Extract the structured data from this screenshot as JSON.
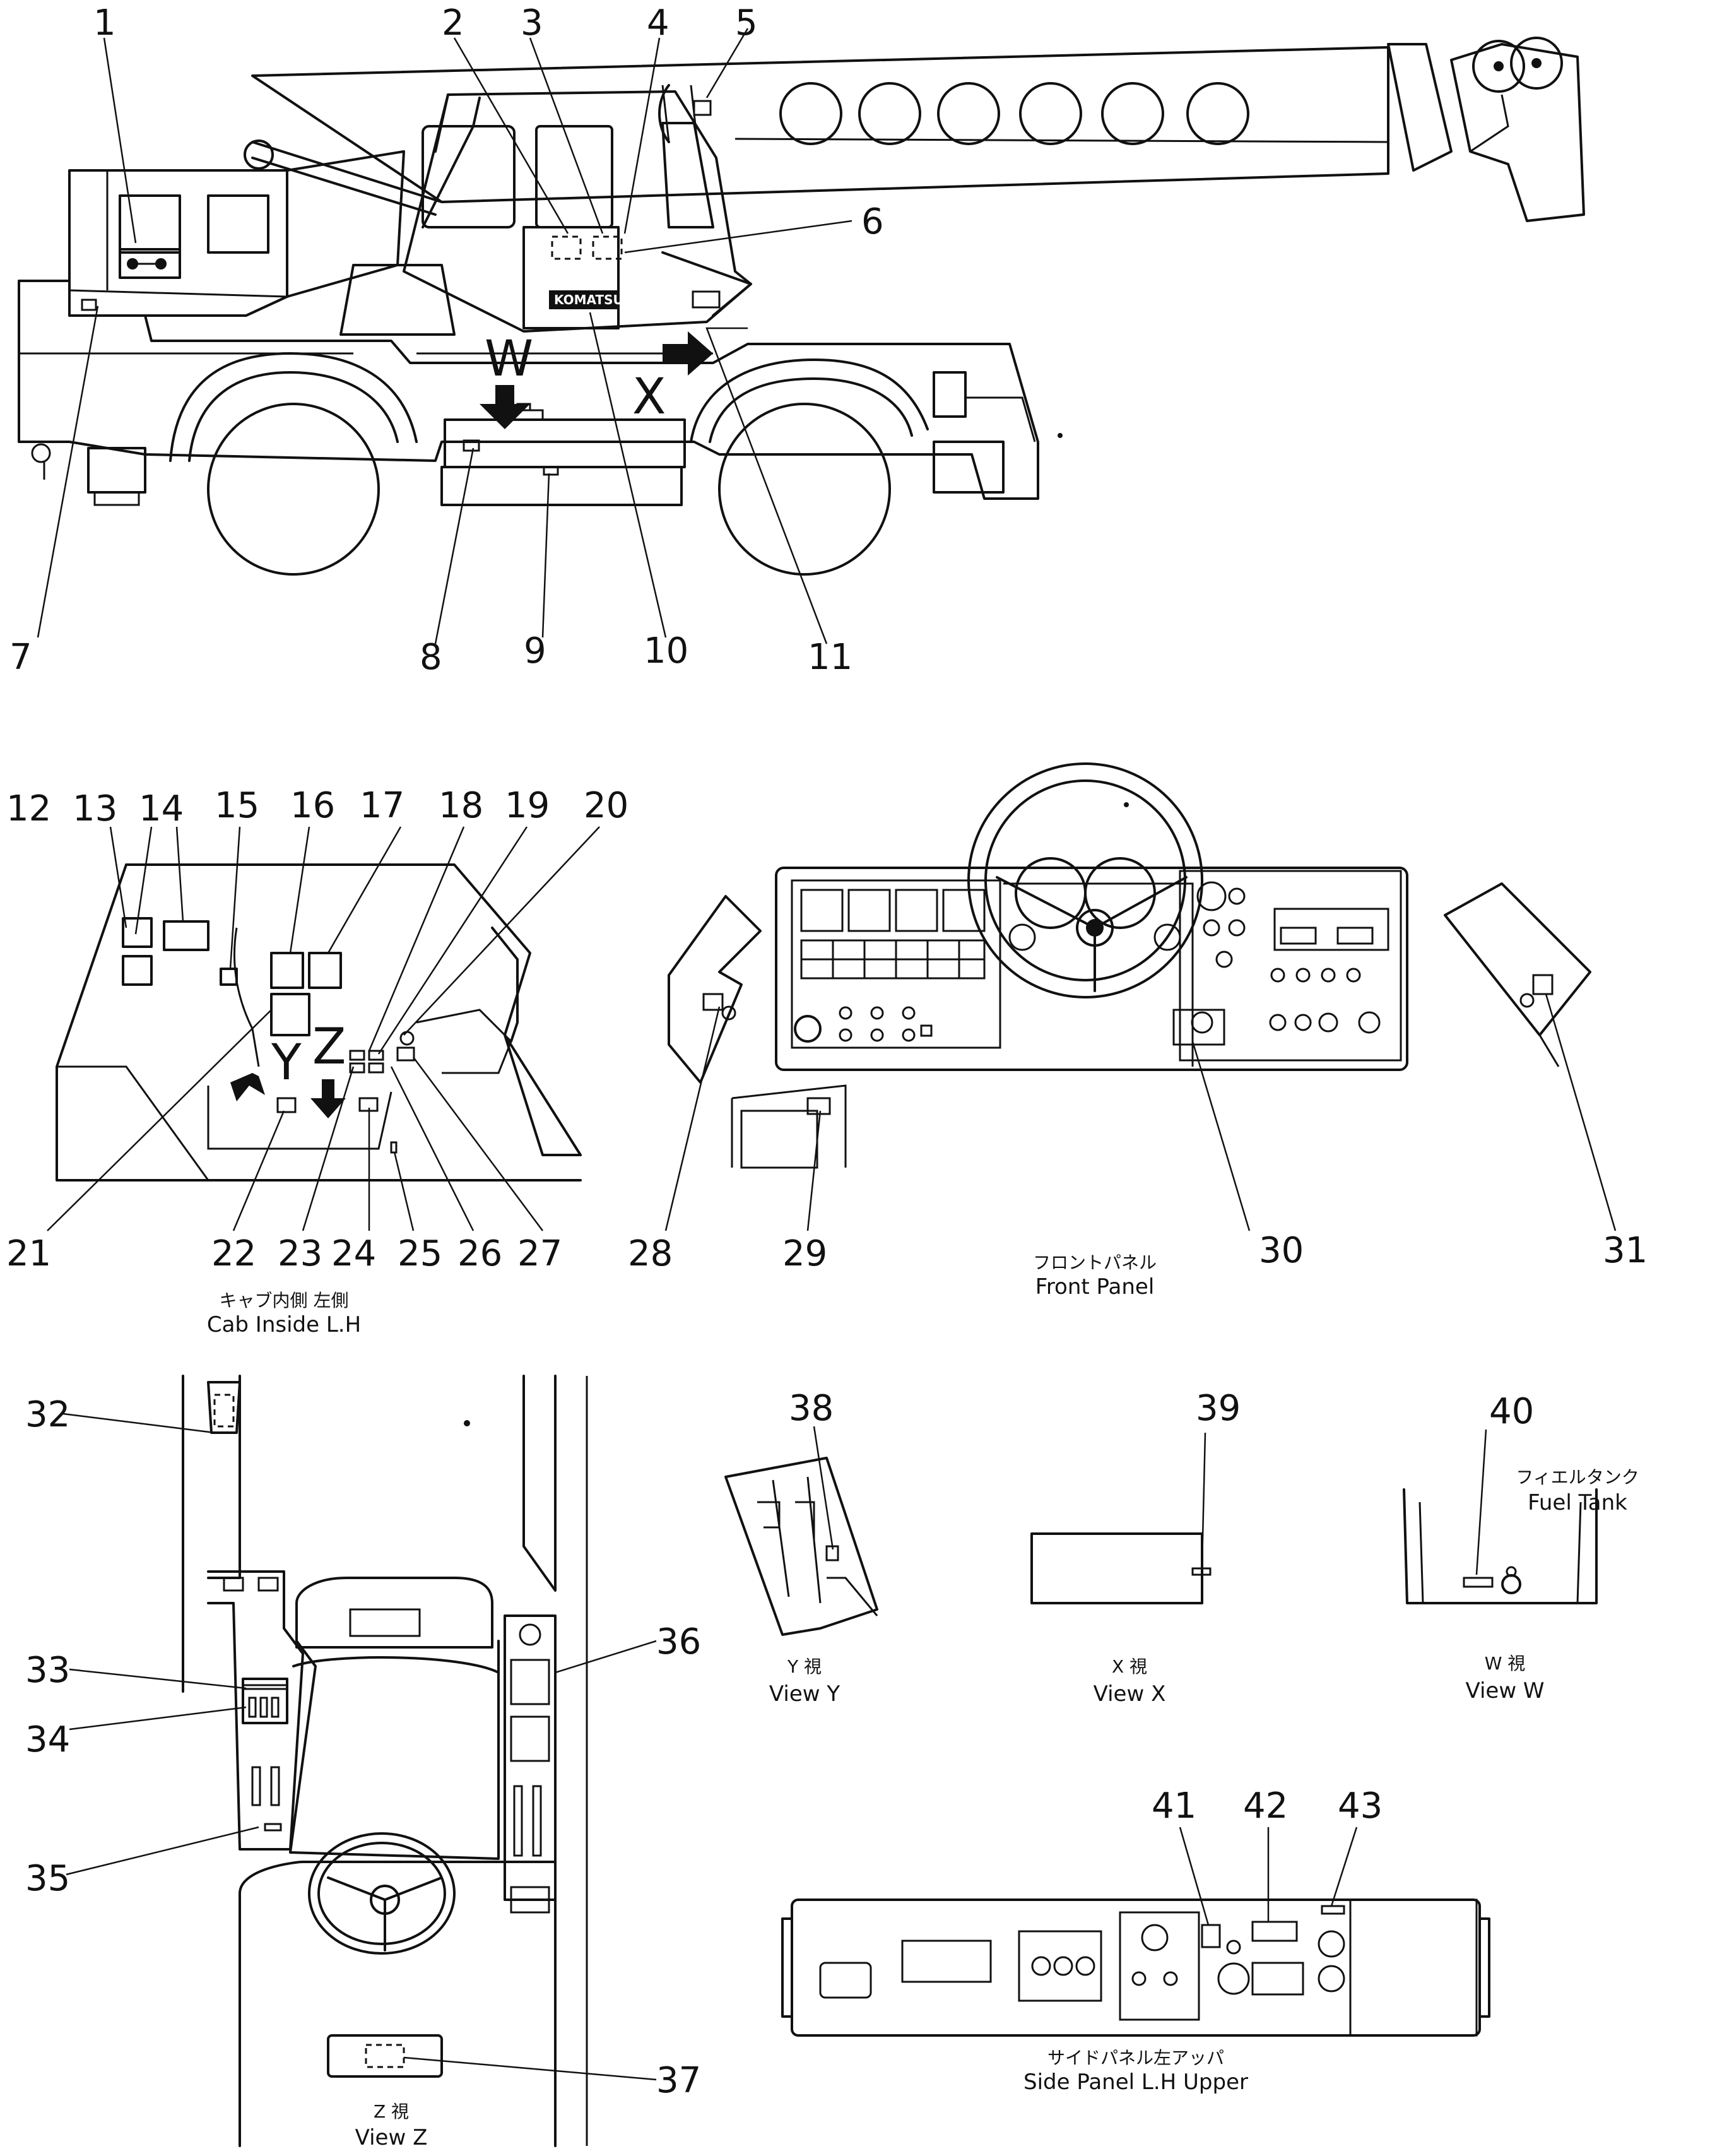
{
  "callouts": [
    "1",
    "2",
    "3",
    "4",
    "5",
    "6",
    "7",
    "8",
    "9",
    "10",
    "11",
    "12",
    "13",
    "14",
    "15",
    "16",
    "17",
    "18",
    "19",
    "20",
    "21",
    "22",
    "23",
    "24",
    "25",
    "26",
    "27",
    "28",
    "29",
    "30",
    "31",
    "32",
    "33",
    "34",
    "35",
    "36",
    "37",
    "38",
    "39",
    "40",
    "41",
    "42",
    "43"
  ],
  "view_letters": {
    "w": "W",
    "x": "X",
    "y": "Y",
    "z": "Z"
  },
  "brand_plate": "KOMATSU",
  "captions": {
    "cab_inside_jp": "キャブ内側 左側",
    "cab_inside_en": "Cab Inside L.H",
    "front_panel_jp": "フロントパネル",
    "front_panel_en": "Front Panel",
    "view_y_jp": "Y 視",
    "view_y_en": "View Y",
    "view_x_jp": "X 視",
    "view_x_en": "View X",
    "view_w_jp": "W 視",
    "view_w_en": "View W",
    "fuel_tank_jp": "フィエルタンク",
    "fuel_tank_en": "Fuel Tank",
    "view_z_jp": "Z 視",
    "view_z_en": "View Z",
    "side_panel_jp": "サイドパネル左アッパ",
    "side_panel_en": "Side Panel L.H Upper"
  }
}
